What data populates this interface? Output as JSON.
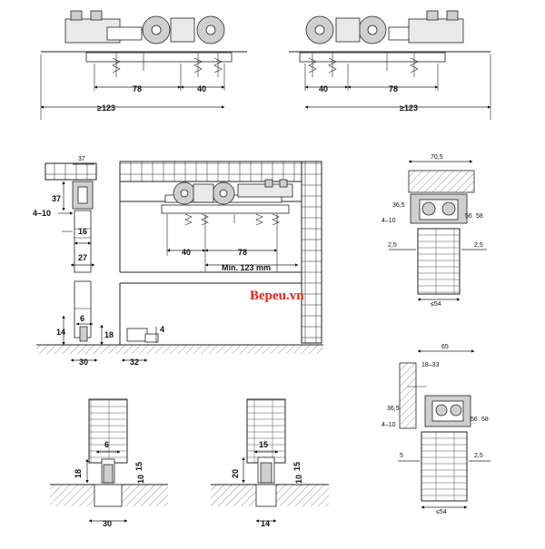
{
  "brand": "Bepeu.vn",
  "top_left": {
    "d1": "78",
    "d2": "40",
    "total": "≥123"
  },
  "top_right": {
    "d1": "40",
    "d2": "78",
    "total": "≥123"
  },
  "section_view": {
    "w37": "37",
    "h37": "37",
    "gap": "4–10",
    "d16": "16",
    "d27": "27",
    "d6": "6",
    "d14": "14",
    "d18": "18",
    "d30": "30"
  },
  "elevation": {
    "d40": "40",
    "d78": "78",
    "min": "Min. 123 mm",
    "d4": "4",
    "d32": "32"
  },
  "guide_a": {
    "d6": "6",
    "d18": "18",
    "d15": "15",
    "d10": "10",
    "d30": "30"
  },
  "guide_b": {
    "d15": "15",
    "d20": "20",
    "d15b": "15",
    "d10": "10",
    "d14": "14"
  },
  "profile_top": {
    "w": "70,5",
    "h": "36,5",
    "gap": "4–10",
    "d56": "56",
    "d58": "58",
    "l": "2,5",
    "r": "2,5",
    "t": "≤54"
  },
  "profile_bot": {
    "w": "65",
    "r": "18–33",
    "h": "36,5",
    "gap": "4–10",
    "d56": "56",
    "d58": "58",
    "l": "5",
    "r2": "2,5",
    "t": "≤54"
  }
}
